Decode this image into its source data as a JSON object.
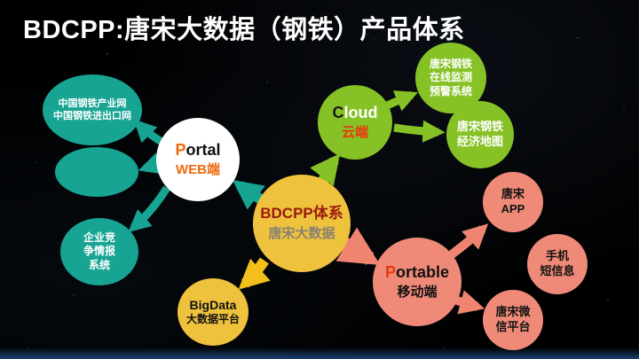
{
  "title": "BDCPP:唐宋大数据（钢铁）产品体系",
  "center": {
    "line1": "BDCPP体系",
    "line2": "唐宋大数据"
  },
  "hubs": {
    "portal": {
      "initial": "P",
      "rest": "ortal",
      "sub": "WEB端"
    },
    "cloud": {
      "initial": "C",
      "rest": "loud",
      "sub": "云端"
    },
    "portable": {
      "initial": "P",
      "rest": "ortable",
      "sub": "移动端"
    },
    "bigdata": {
      "line1": "BigData",
      "line2": "大数据平台"
    }
  },
  "leaves": {
    "industry_sites": {
      "line1": "中国钢铁产业网",
      "line2": "中国钢铁进出口网"
    },
    "competitive_intel": {
      "line1": "企业竞",
      "line2": "争情报",
      "line3": "系统"
    },
    "monitoring": {
      "line1": "唐宋钢铁",
      "line2": "在线监测",
      "line3": "预警系统"
    },
    "economic_map": {
      "line1": "唐宋钢铁",
      "line2": "经济地图"
    },
    "app": {
      "line1": "唐宋",
      "line2": "APP"
    },
    "sms": {
      "line1": "手机",
      "line2": "短信息"
    },
    "wechat": {
      "line1": "唐宋微",
      "line2": "信平台"
    }
  },
  "colors": {
    "background": "#000000",
    "teal": "#17a493",
    "green": "#86c226",
    "gold": "#efc23e",
    "salmon": "#f08a78",
    "portal_circle": "#ffffff",
    "accent_red": "#e8380d",
    "accent_orange": "#ed6a0c",
    "center_title_red": "#9a1b10",
    "center_sub_gray": "#8a8172",
    "title_text": "#ffffff"
  }
}
